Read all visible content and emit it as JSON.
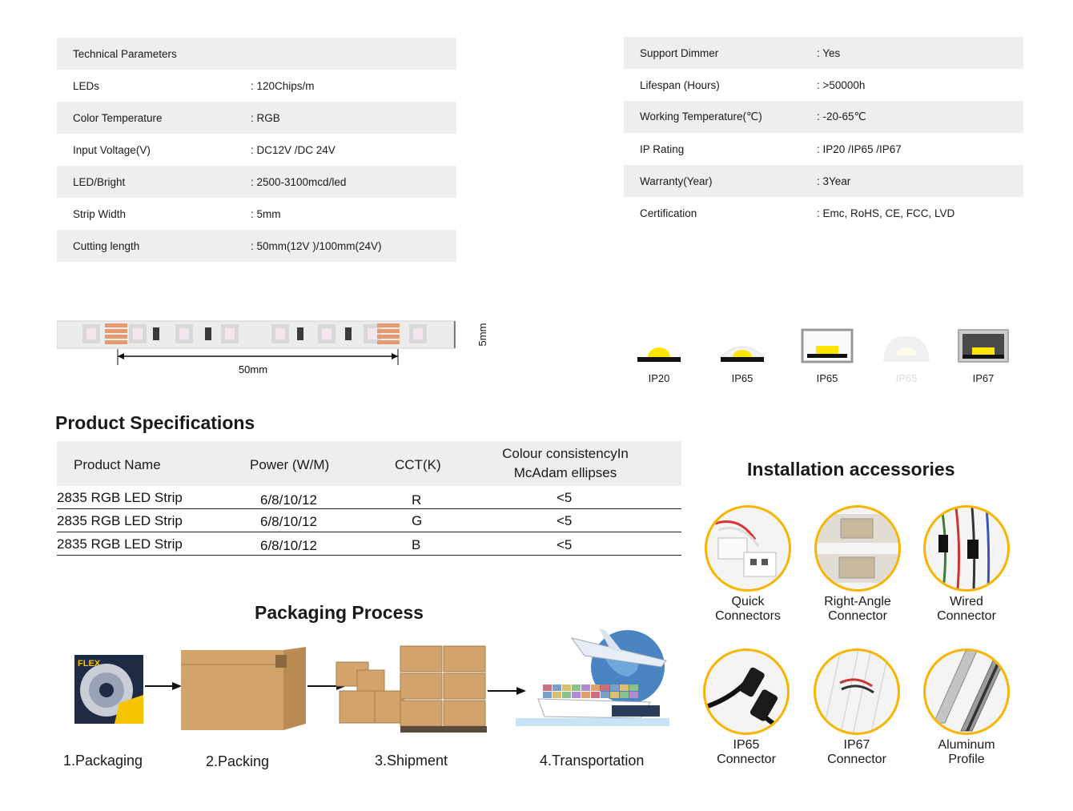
{
  "tech_left": [
    {
      "key": "Technical Parameters",
      "value": ""
    },
    {
      "key": "LEDs",
      "value": ": 120Chips/m"
    },
    {
      "key": "Color Temperature",
      "value": ": RGB"
    },
    {
      "key": "Input Voltage(V)",
      "value": ": DC12V /DC 24V"
    },
    {
      "key": "LED/Bright",
      "value": ": 2500-3100mcd/led"
    },
    {
      "key": "Strip Width",
      "value": ": 5mm"
    },
    {
      "key": "Cutting length",
      "value": ": 50mm(12V )/100mm(24V)"
    }
  ],
  "tech_right": [
    {
      "key": "Support Dimmer",
      "value": ": Yes"
    },
    {
      "key": "Lifespan (Hours)",
      "value": ": >50000h"
    },
    {
      "key": "Working Temperature(℃)",
      "value": ": -20-65℃"
    },
    {
      "key": "IP Rating",
      "value": ": IP20 /IP65 /IP67"
    },
    {
      "key": "Warranty(Year)",
      "value": ": 3Year"
    },
    {
      "key": "Certification",
      "value": ": Emc, RoHS, CE, FCC, LVD"
    }
  ],
  "strip": {
    "length_label": "50mm",
    "width_label": "5mm"
  },
  "ip_ratings": [
    "IP20",
    "IP65",
    "IP65",
    "IP65",
    "IP67"
  ],
  "spec": {
    "heading": "Product Specifications",
    "columns": [
      "Product Name",
      "Power (W/M)",
      "CCT(K)",
      "Colour consistencyIn",
      "McAdam ellipses"
    ],
    "rows": [
      [
        "2835 RGB LED Strip",
        "6/8/10/12",
        "R",
        "<5"
      ],
      [
        "2835 RGB LED Strip",
        "6/8/10/12",
        "G",
        "<5"
      ],
      [
        "2835 RGB LED Strip",
        "6/8/10/12",
        "B",
        "<5"
      ]
    ]
  },
  "packaging": {
    "heading": "Packaging Process",
    "steps": [
      "1.Packaging",
      "2.Packing",
      "3.Shipment",
      "4.Transportation"
    ],
    "reel_brand": "FLEX"
  },
  "accessories": {
    "heading": "Installation accessories",
    "items": [
      {
        "line1": "Quick",
        "line2": "Connectors"
      },
      {
        "line1": "Right-Angle",
        "line2": "Connector"
      },
      {
        "line1": "Wired",
        "line2": "Connector"
      },
      {
        "line1": "IP65",
        "line2": "Connector"
      },
      {
        "line1": "IP67",
        "line2": "Connector"
      },
      {
        "line1": "Aluminum",
        "line2": "Profile"
      }
    ]
  },
  "colors": {
    "accent_ring": "#f7b500",
    "shade": "#eeeeee",
    "led_yellow": "#ffe600",
    "cardboard": "#d2a46c"
  }
}
